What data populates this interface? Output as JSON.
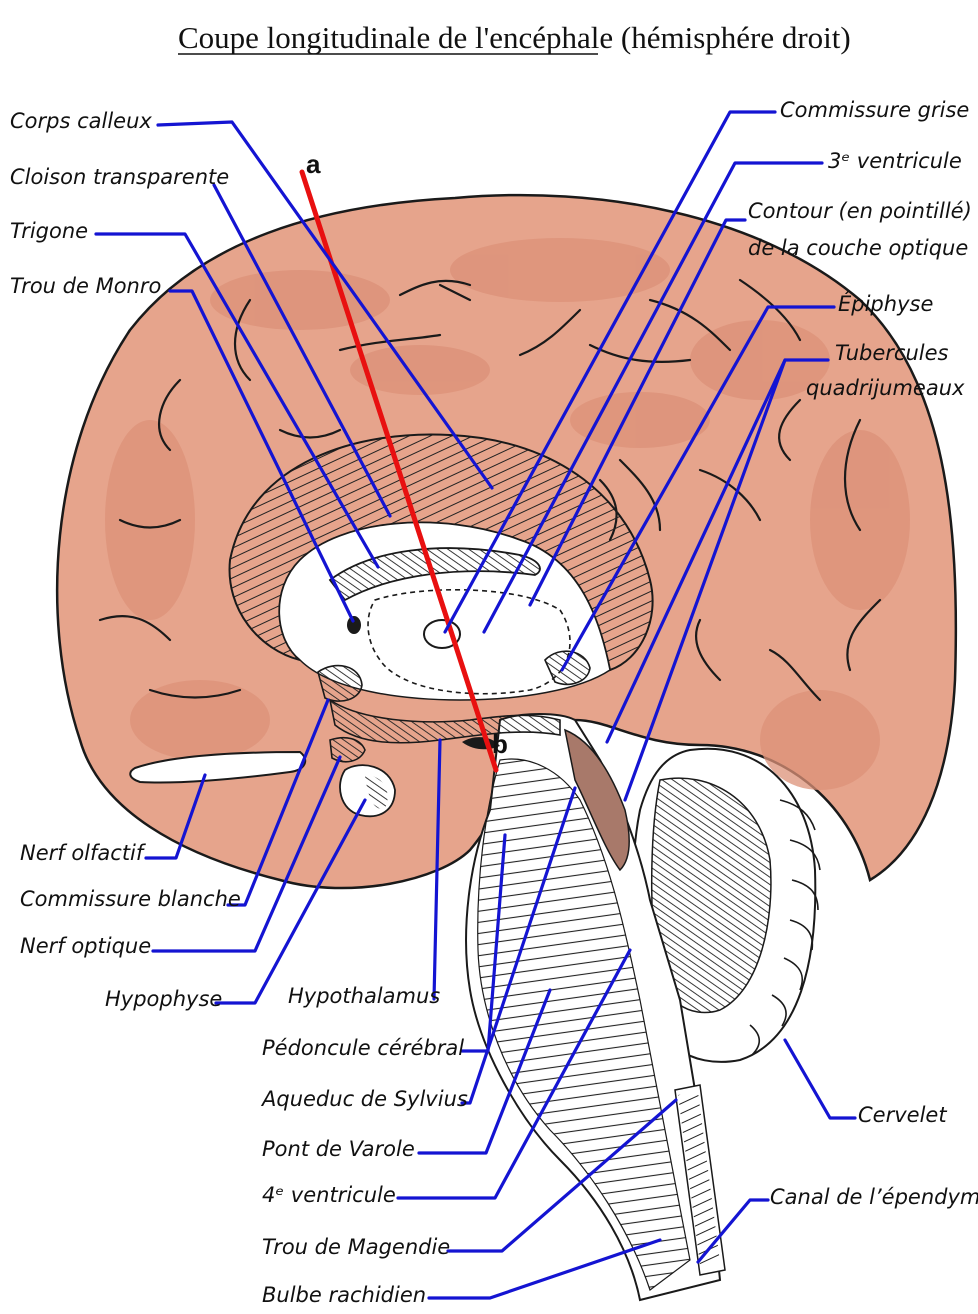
{
  "title_prefix": "Coupe longitudinale de l'encéphale",
  "title_suffix": "(hémisphére droit)",
  "section_marks": {
    "a": "a",
    "b": "b"
  },
  "colors": {
    "cortex": "#e6a48c",
    "gyrus_shade": "#dc9178",
    "sulcus": "#1a1a1a",
    "leader": "#1414d2",
    "section_line": "#e81010",
    "midbrain_shade": "#a8796a"
  },
  "labels_left": {
    "corps_calleux": "Corps calleux",
    "cloison_transparente": "Cloison transparente",
    "trigone": "Trigone",
    "trou_de_monro": "Trou de Monro",
    "nerf_olfactif": "Nerf olfactif",
    "commissure_blanche": "Commissure blanche",
    "nerf_optique": "Nerf optique",
    "hypophyse": "Hypophyse"
  },
  "labels_right": {
    "commissure_grise": "Commissure grise",
    "troisieme_ventricule": "3ᵉ ventricule",
    "contour_line1": "Contour (en pointillé)",
    "contour_line2": "de la couche optique",
    "epiphyse": "Épiphyse",
    "tubercules_line1": "Tubercules",
    "tubercules_line2": "quadrijumeaux",
    "cervelet": "Cervelet",
    "canal_ependyme": "Canal de l’épendyme"
  },
  "labels_bottom": {
    "hypothalamus": "Hypothalamus",
    "pedoncule_cerebral": "Pédoncule cérébral",
    "aqueduc_de_sylvius": "Aqueduc de Sylvius",
    "pont_de_varole": "Pont de Varole",
    "quatrieme_ventricule": "4ᵉ ventricule",
    "trou_de_magendie": "Trou de Magendie",
    "bulbe_rachidien": "Bulbe rachidien"
  }
}
